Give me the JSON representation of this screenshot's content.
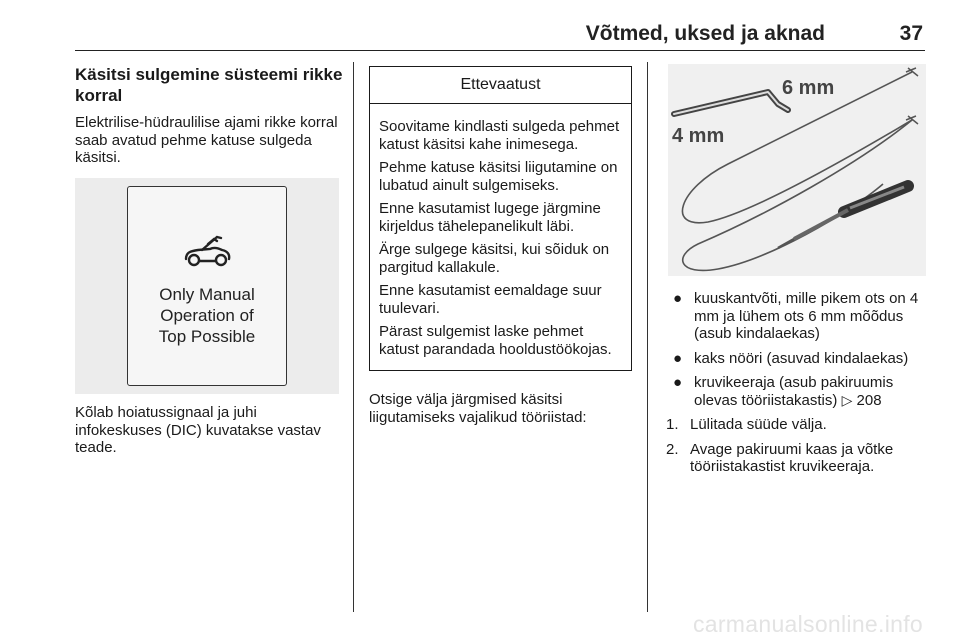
{
  "header": {
    "title": "Võtmed, uksed ja aknad",
    "page_number": "37"
  },
  "col1": {
    "heading": "Käsitsi sulgemine süsteemi rikke korral",
    "intro": "Elektrilise-hüdraulilise ajami rikke korral saab avatud pehme katuse sulgeda käsitsi.",
    "display": {
      "icon": "convertible-car-icon",
      "line1": "Only Manual",
      "line2": "Operation of",
      "line3": "Top Possible"
    },
    "after": "Kõlab hoiatussignaal ja juhi infokeskuses (DIC) kuvatakse vastav teade."
  },
  "caution": {
    "title": "Ettevaatust",
    "paragraphs": [
      "Soovitame kindlasti sulgeda pehmet katust käsitsi kahe inimesega.",
      "Pehme katuse käsitsi liigutamine on lubatud ainult sulgemiseks.",
      "Enne kasutamist lugege järgmine kirjeldus tähelepanelikult läbi.",
      "Ärge sulgege käsitsi, kui sõiduk on pargitud kallakule.",
      "Enne kasutamist eemaldage suur tuulevari.",
      "Pärast sulgemist laske pehmet katust parandada hooldustöökojas."
    ]
  },
  "col2": {
    "search_text": "Otsige välja järgmised käsitsi liigutamiseks vajalikud tööriistad:"
  },
  "tools_figure": {
    "label_6mm": "6 mm",
    "label_4mm": "4 mm"
  },
  "tools": [
    "kuuskantvõti, mille pikem ots on 4 mm ja lühem ots 6 mm mõõdus (asub kindalaekas)",
    "kaks nööri (asuvad kindalaekas)",
    "kruvikeeraja (asub pakiruumis olevas tööriistakastis)"
  ],
  "tools_ref": {
    "icon": "page-reference-icon",
    "page": "208"
  },
  "steps": [
    {
      "num": "1.",
      "text": "Lülitada süüde välja."
    },
    {
      "num": "2.",
      "text": "Avage pakiruumi kaas ja võtke tööriistakastist kruvikeeraja."
    }
  ],
  "watermark": "carmanualsonline.info"
}
